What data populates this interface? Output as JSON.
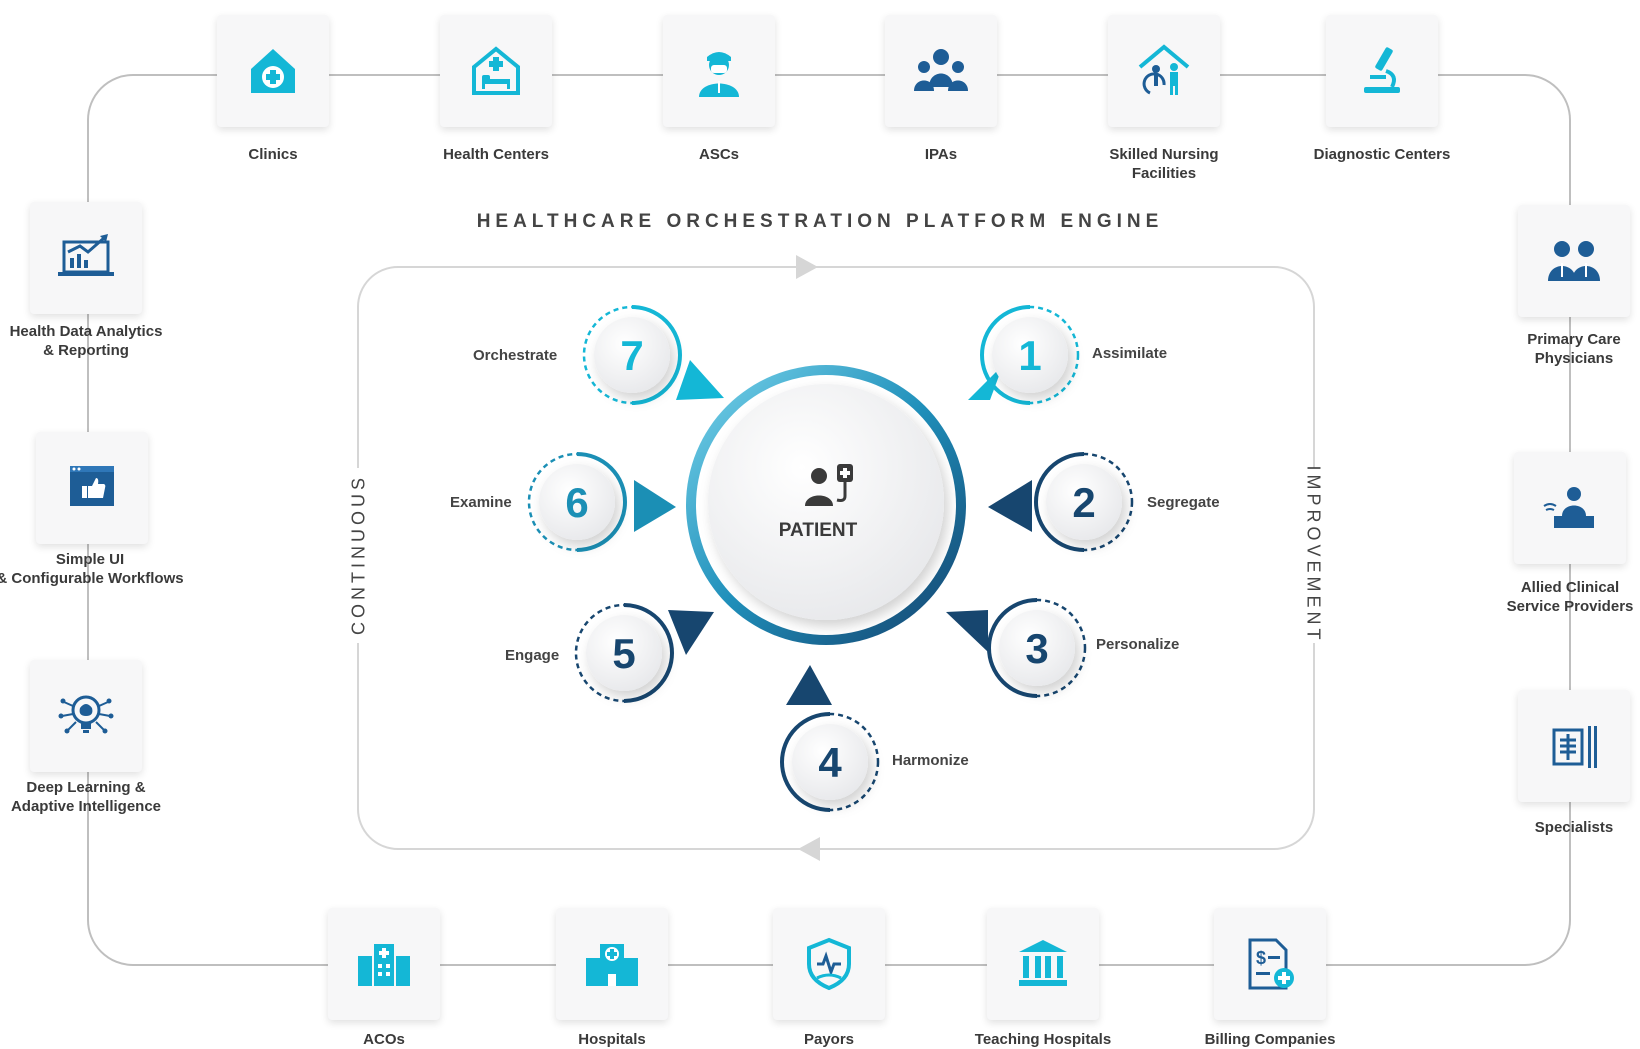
{
  "title": "HEALTHCARE ORCHESTRATION PLATFORM ENGINE",
  "side_left": "CONTINUOUS",
  "side_right": "IMPROVEMENT",
  "center": {
    "label": "PATIENT",
    "icon": "patient-iv-icon"
  },
  "colors": {
    "cyan": "#14b7d6",
    "teal": "#1b8fb5",
    "navy": "#17466f",
    "icon": "#1e5d96"
  },
  "top_nodes": [
    {
      "label": "Clinics",
      "icon": "clinic-icon"
    },
    {
      "label": "Health Centers",
      "icon": "health-center-icon"
    },
    {
      "label": "ASCs",
      "icon": "surgeon-icon"
    },
    {
      "label": "IPAs",
      "icon": "group-icon"
    },
    {
      "label": "Skilled Nursing\nFacilities",
      "icon": "nursing-home-icon"
    },
    {
      "label": "Diagnostic Centers",
      "icon": "microscope-icon"
    }
  ],
  "left_nodes": [
    {
      "label": "Health Data Analytics\n& Reporting",
      "icon": "analytics-icon"
    },
    {
      "label": "Simple UI\n& Configurable Workflows",
      "icon": "ui-thumbs-up-icon"
    },
    {
      "label": "Deep Learning &\nAdaptive Intelligence",
      "icon": "brain-bulb-icon"
    }
  ],
  "right_nodes": [
    {
      "label": "Primary Care\nPhysicians",
      "icon": "physicians-icon"
    },
    {
      "label": "Allied Clinical\nService Providers",
      "icon": "provider-desk-icon"
    },
    {
      "label": "Specialists",
      "icon": "xray-icon"
    }
  ],
  "bottom_nodes": [
    {
      "label": "ACOs",
      "icon": "buildings-icon"
    },
    {
      "label": "Hospitals",
      "icon": "hospital-icon"
    },
    {
      "label": "Payors",
      "icon": "shield-care-icon"
    },
    {
      "label": "Teaching Hospitals",
      "icon": "institution-icon"
    },
    {
      "label": "Billing Companies",
      "icon": "billing-doc-icon"
    }
  ],
  "steps": [
    {
      "num": "1",
      "label": "Assimilate"
    },
    {
      "num": "2",
      "label": "Segregate"
    },
    {
      "num": "3",
      "label": "Personalize"
    },
    {
      "num": "4",
      "label": "Harmonize"
    },
    {
      "num": "5",
      "label": "Engage"
    },
    {
      "num": "6",
      "label": "Examine"
    },
    {
      "num": "7",
      "label": "Orchestrate"
    }
  ]
}
